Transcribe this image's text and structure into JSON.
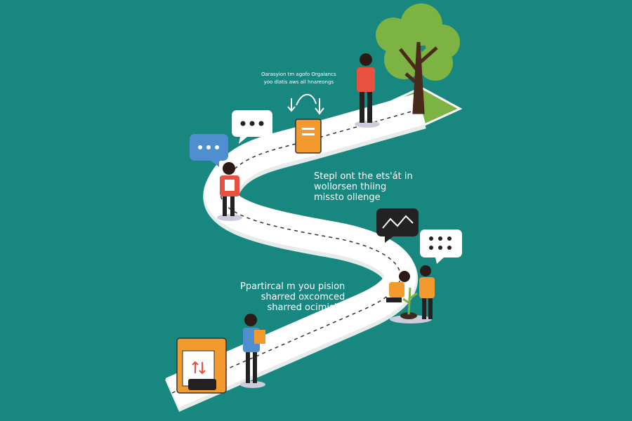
{
  "captions": {
    "top": [
      "Oarasyion tm agofo Orgaiancs",
      "yoo dlatis aws all hnareongs"
    ],
    "middle": [
      "Stepl ont the ets'át in",
      "wollorsen thiing",
      "missto ollenge"
    ],
    "bottom": [
      "Ppartircal m you pision",
      "sharred oxcomced",
      "sharred ocimisits"
    ]
  },
  "colors": {
    "background": "#17877f",
    "road": "#ffffff",
    "accent_orange": "#f29a2e",
    "accent_red": "#e8513f",
    "tree": "#7cb342"
  }
}
